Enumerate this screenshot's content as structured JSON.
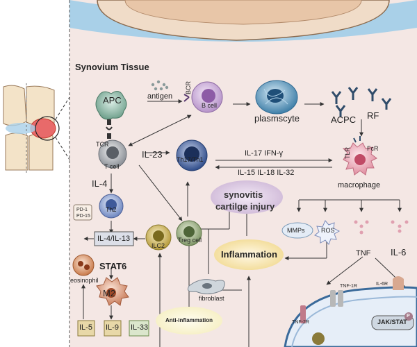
{
  "section_title": "Synovium Tissue",
  "cells": {
    "apc": "APC",
    "antigen": "antigen",
    "bcr": "BCR",
    "b_cell": "B cell",
    "plasmacyte": "plasmscyte",
    "acpc": "ACPC",
    "rf": "RF",
    "tcr": "TCR",
    "t_cell": "T cell",
    "th17": "Th17/Th1",
    "tlr": "TLR",
    "fcr": "FcR",
    "macrophage": "macrophage",
    "th2": "Th2",
    "ilc2": "ILC2",
    "treg": "Treg cell",
    "eosinophil": "eosinophil",
    "m2": "M2",
    "fibroblast": "fibroblast"
  },
  "cytokines": {
    "il23": "IL-23",
    "il17_ifn": "IL-17  IFN-γ",
    "il15_18_32": "IL-15  IL-18  IL-32",
    "il4": "IL-4",
    "pd1": "PD-1",
    "pd15": "PD-15",
    "il4_il13": "IL-4/IL-13",
    "stat6": "STAT6",
    "mmps": "MMPs",
    "ros": "ROS",
    "tnf": "TNF",
    "il6": "IL-6",
    "tnf1r": "TNF-1R",
    "tnf2r": "TNF-2R",
    "il6r": "IL-6R",
    "jak_stat": "JAK/STAT",
    "p": "P",
    "il5": "IL-5",
    "il9": "IL-9",
    "il33": "IL-33"
  },
  "outcomes": {
    "synovitis_line1": "synovitis",
    "synovitis_line2": "cartilge injury",
    "inflammation": "Inflammation",
    "anti_inflammation": "Anti-inflammation"
  },
  "colors": {
    "synovium_bg": "#f5e9e6",
    "membrane": "#a9d0e8",
    "bone": "#f0dcc8",
    "accent_red": "#c0392b"
  }
}
